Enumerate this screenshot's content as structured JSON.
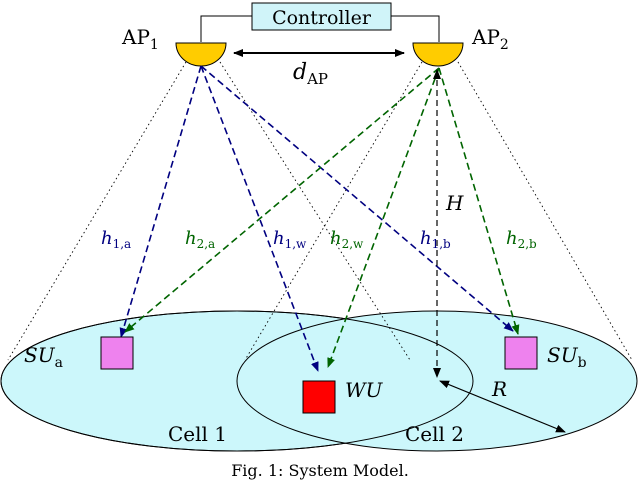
{
  "controller": {
    "label": "Controller"
  },
  "access_points": [
    {
      "name": "AP",
      "sub": "1"
    },
    {
      "name": "AP",
      "sub": "2"
    }
  ],
  "distance": {
    "main": "d",
    "sub": "AP"
  },
  "height": {
    "label": "H"
  },
  "radius": {
    "label": "R"
  },
  "cells": [
    {
      "label": "Cell 1"
    },
    {
      "label": "Cell 2"
    }
  ],
  "users": [
    {
      "main": "SU",
      "sub": "a",
      "color": "#ee82ee"
    },
    {
      "main": "SU",
      "sub": "b",
      "color": "#ee82ee"
    },
    {
      "main": "WU",
      "sub": "",
      "color": "#ff0000"
    }
  ],
  "channels": [
    {
      "main": "h",
      "sub": "1,a",
      "color": "#000080"
    },
    {
      "main": "h",
      "sub": "2,a",
      "color": "#006400"
    },
    {
      "main": "h",
      "sub": "1,w",
      "color": "#000080"
    },
    {
      "main": "h",
      "sub": "2,w",
      "color": "#006400"
    },
    {
      "main": "h",
      "sub": "1,b",
      "color": "#000080"
    },
    {
      "main": "h",
      "sub": "2,b",
      "color": "#006400"
    }
  ],
  "colors": {
    "controller_fill": "#d0f4f9",
    "cell_fill": "#ccf7fb",
    "ap_fill": "#ffcc00",
    "ap1_link": "#000080",
    "ap2_link": "#006400"
  },
  "caption": "Fig. 1: System Model."
}
